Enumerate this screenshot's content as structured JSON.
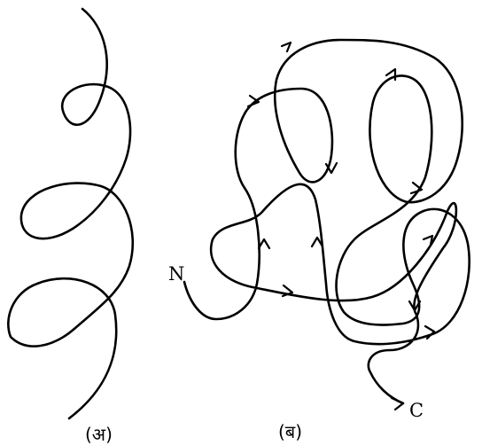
{
  "panel_a": {
    "caption": "(अ)"
  },
  "panel_b": {
    "caption": "(ब)",
    "n_terminus": "N",
    "c_terminus": "C"
  }
}
